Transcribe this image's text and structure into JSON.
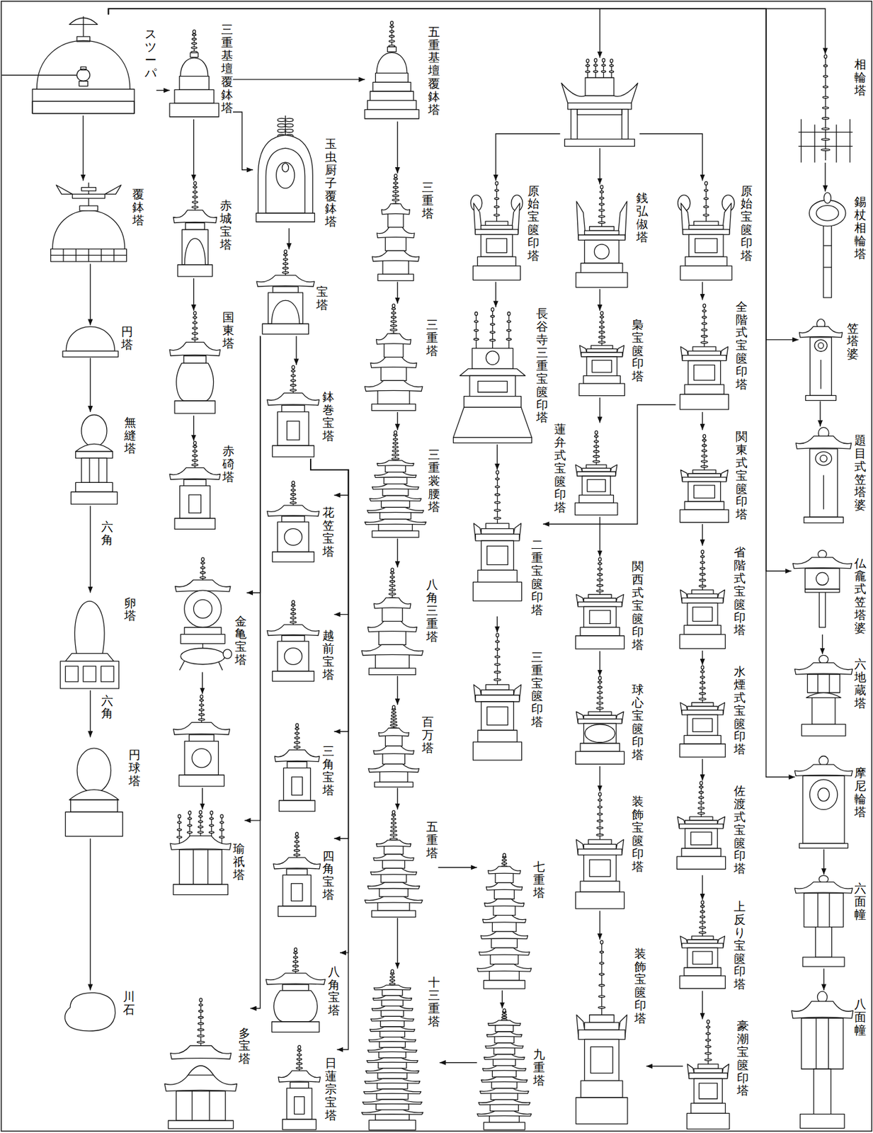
{
  "diagram": {
    "nodes": [
      {
        "text": [
          "スツーパ"
        ]
      },
      {
        "text": [
          "覆鉢塔"
        ]
      },
      {
        "text": [
          "円塔"
        ]
      },
      {
        "text": [
          "無縫塔"
        ]
      },
      {
        "text": [
          "卵塔"
        ]
      },
      {
        "text": [
          "円球塔"
        ]
      },
      {
        "text": [
          "川石"
        ]
      },
      {
        "text": [
          "三重基壇覆鉢塔"
        ]
      },
      {
        "text": [
          "赤城宝塔"
        ]
      },
      {
        "text": [
          "国東塔"
        ]
      },
      {
        "text": [
          "赤碕塔"
        ]
      },
      {
        "text": [
          "金亀宝塔"
        ]
      },
      {
        "text": []
      },
      {
        "text": [
          "瑜祇塔"
        ]
      },
      {
        "text": [
          "多宝塔"
        ]
      },
      {
        "text": [
          "玉虫厨子覆鉢塔"
        ]
      },
      {
        "text": [
          "宝塔"
        ]
      },
      {
        "text": [
          "鉢巻宝塔"
        ]
      },
      {
        "text": [
          "花笠宝塔"
        ]
      },
      {
        "text": [
          "越前宝塔"
        ]
      },
      {
        "text": [
          "三角宝塔"
        ]
      },
      {
        "text": [
          "四角宝塔"
        ]
      },
      {
        "text": [
          "八角宝塔"
        ]
      },
      {
        "text": [
          "日蓮宗宝塔"
        ]
      },
      {
        "text": [
          "五重基壇覆鉢塔"
        ]
      },
      {
        "text": [
          "三重塔"
        ]
      },
      {
        "text": [
          "三重塔"
        ]
      },
      {
        "text": [
          "三重裳腰塔"
        ]
      },
      {
        "text": [
          "八角三重塔"
        ]
      },
      {
        "text": [
          "百万塔"
        ]
      },
      {
        "text": [
          "五重塔"
        ]
      },
      {
        "text": [
          "十三重塔"
        ]
      },
      {
        "text": [
          "七重塔"
        ]
      },
      {
        "text": [
          "九重塔"
        ]
      },
      {
        "text": []
      },
      {
        "text": [
          "原始宝篋印塔"
        ]
      },
      {
        "text": [
          "長谷寺三重宝篋印塔"
        ]
      },
      {
        "text": [
          "二重宝篋印塔"
        ]
      },
      {
        "text": [
          "三重宝篋印塔"
        ]
      },
      {
        "text": [
          "銭弘俶塔"
        ]
      },
      {
        "text": [
          "梟宝篋印塔"
        ]
      },
      {
        "text": [
          "蓮弁式宝篋印塔"
        ]
      },
      {
        "text": [
          "関西式宝篋印塔"
        ]
      },
      {
        "text": [
          "球心宝篋印塔"
        ]
      },
      {
        "text": [
          "装飾宝篋印塔"
        ]
      },
      {
        "text": [
          "装飾宝篋印塔"
        ]
      },
      {
        "text": [
          "原始宝篋印塔"
        ]
      },
      {
        "text": [
          "全階式宝篋印塔"
        ]
      },
      {
        "text": [
          "関東式宝篋印塔"
        ]
      },
      {
        "text": [
          "省階式宝篋印塔"
        ]
      },
      {
        "text": [
          "水煙式宝篋印塔"
        ]
      },
      {
        "text": [
          "佐渡式宝篋印塔"
        ]
      },
      {
        "text": [
          "上反り宝篋印塔"
        ]
      },
      {
        "text": [
          "豪潮宝篋印塔"
        ]
      },
      {
        "text": [
          "相輪塔"
        ]
      },
      {
        "text": [
          "錫杖相輪塔"
        ]
      },
      {
        "text": [
          "笠塔婆"
        ]
      },
      {
        "text": [
          "題目式笠塔婆"
        ]
      },
      {
        "text": [
          "仏龕式笠塔婆"
        ]
      },
      {
        "text": [
          "六地蔵塔"
        ]
      },
      {
        "text": [
          "摩尼輪塔"
        ]
      },
      {
        "text": [
          "六面幢"
        ]
      },
      {
        "text": [
          "八面幢"
        ]
      }
    ],
    "edges": [
      {
        "from": 0,
        "to": 1,
        "arrow": "to"
      },
      {
        "from": 1,
        "to": 2,
        "arrow": "to"
      },
      {
        "from": 2,
        "to": 3,
        "arrow": "to"
      },
      {
        "from": 3,
        "to": 4,
        "arrow": "to"
      },
      {
        "from": 4,
        "to": 5,
        "arrow": "to"
      },
      {
        "from": 5,
        "to": 6,
        "arrow": "to"
      },
      {
        "from": 0,
        "to": 7,
        "arrow": "to"
      },
      {
        "from": 0,
        "to": 34,
        "arrow": "to"
      },
      {
        "from": 0,
        "to": 54,
        "arrow": "to"
      },
      {
        "from": 0,
        "to": 56,
        "arrow": "to"
      },
      {
        "from": 0,
        "to": 58,
        "arrow": "to"
      },
      {
        "from": 0,
        "to": 60,
        "arrow": "to"
      },
      {
        "from": 7,
        "to": 8,
        "arrow": "to"
      },
      {
        "from": 8,
        "to": 9,
        "arrow": "to"
      },
      {
        "from": 9,
        "to": 10,
        "arrow": "to"
      },
      {
        "from": 7,
        "to": 15,
        "arrow": "to"
      },
      {
        "from": 7,
        "to": 24,
        "arrow": "to"
      },
      {
        "from": 15,
        "to": 16,
        "arrow": "to"
      },
      {
        "from": 16,
        "to": 17,
        "arrow": "to"
      },
      {
        "from": 16,
        "to": 11,
        "arrow": "to"
      },
      {
        "from": 11,
        "to": 12,
        "arrow": "to"
      },
      {
        "from": 12,
        "to": 13,
        "arrow": "to"
      },
      {
        "from": 16,
        "to": 13,
        "arrow": "to"
      },
      {
        "from": 16,
        "to": 14,
        "arrow": "to"
      },
      {
        "from": 17,
        "to": 18,
        "arrow": "to"
      },
      {
        "from": 17,
        "to": 19,
        "arrow": "to"
      },
      {
        "from": 17,
        "to": 20,
        "arrow": "to"
      },
      {
        "from": 17,
        "to": 21,
        "arrow": "to"
      },
      {
        "from": 17,
        "to": 22,
        "arrow": "to"
      },
      {
        "from": 17,
        "to": 23,
        "arrow": "to"
      },
      {
        "from": 24,
        "to": 25,
        "arrow": "to"
      },
      {
        "from": 25,
        "to": 26,
        "arrow": "to"
      },
      {
        "from": 26,
        "to": 27,
        "arrow": "to"
      },
      {
        "from": 27,
        "to": 28,
        "arrow": "to"
      },
      {
        "from": 28,
        "to": 29,
        "arrow": "to"
      },
      {
        "from": 29,
        "to": 30,
        "arrow": "to"
      },
      {
        "from": 30,
        "to": 31,
        "arrow": "to"
      },
      {
        "from": 30,
        "to": 32,
        "arrow": "to"
      },
      {
        "from": 32,
        "to": 33,
        "arrow": "to"
      },
      {
        "from": 33,
        "to": 31,
        "arrow": "to"
      },
      {
        "from": 34,
        "to": 35,
        "arrow": "to"
      },
      {
        "from": 34,
        "to": 39,
        "arrow": "to"
      },
      {
        "from": 34,
        "to": 46,
        "arrow": "to"
      },
      {
        "from": 35,
        "to": 36,
        "arrow": "to"
      },
      {
        "from": 36,
        "to": 37,
        "arrow": "to"
      },
      {
        "from": 37,
        "to": 38,
        "arrow": "to"
      },
      {
        "from": 39,
        "to": 40,
        "arrow": "to"
      },
      {
        "from": 40,
        "to": 41,
        "arrow": "to"
      },
      {
        "from": 41,
        "to": 42,
        "arrow": "to"
      },
      {
        "from": 42,
        "to": 43,
        "arrow": "to"
      },
      {
        "from": 43,
        "to": 44,
        "arrow": "to"
      },
      {
        "from": 44,
        "to": 45,
        "arrow": "to"
      },
      {
        "from": 46,
        "to": 47,
        "arrow": "to"
      },
      {
        "from": 47,
        "to": 48,
        "arrow": "to"
      },
      {
        "from": 48,
        "to": 49,
        "arrow": "to"
      },
      {
        "from": 49,
        "to": 50,
        "arrow": "to"
      },
      {
        "from": 50,
        "to": 51,
        "arrow": "to"
      },
      {
        "from": 51,
        "to": 52,
        "arrow": "to"
      },
      {
        "from": 52,
        "to": 53,
        "arrow": "to"
      },
      {
        "from": 53,
        "to": 45,
        "arrow": "to"
      },
      {
        "from": 47,
        "to": 37,
        "arrow": "to"
      },
      {
        "from": 54,
        "to": 55,
        "arrow": "to"
      },
      {
        "from": 56,
        "to": 57,
        "arrow": "to"
      },
      {
        "from": 58,
        "to": 59,
        "arrow": "to"
      },
      {
        "from": 60,
        "to": 61,
        "arrow": "to"
      },
      {
        "from": 61,
        "to": 62,
        "arrow": "to"
      }
    ],
    "labels": [
      "六角",
      "六角"
    ]
  }
}
